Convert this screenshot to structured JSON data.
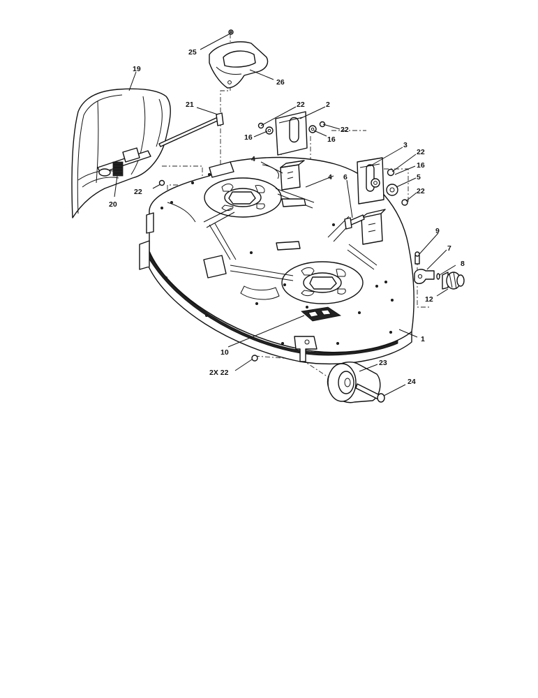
{
  "callouts": [
    {
      "id": "c25",
      "label": "25"
    },
    {
      "id": "c26",
      "label": "26"
    },
    {
      "id": "c19",
      "label": "19"
    },
    {
      "id": "c21",
      "label": "21"
    },
    {
      "id": "c22a",
      "label": "22"
    },
    {
      "id": "c2",
      "label": "2"
    },
    {
      "id": "c16a",
      "label": "16"
    },
    {
      "id": "c22b",
      "label": "22"
    },
    {
      "id": "c16b",
      "label": "16"
    },
    {
      "id": "c4a",
      "label": "4"
    },
    {
      "id": "c3",
      "label": "3"
    },
    {
      "id": "c22c",
      "label": "22"
    },
    {
      "id": "c16c",
      "label": "16"
    },
    {
      "id": "c5",
      "label": "5"
    },
    {
      "id": "c22d",
      "label": "22"
    },
    {
      "id": "c4b",
      "label": "4"
    },
    {
      "id": "c6",
      "label": "6"
    },
    {
      "id": "c22e",
      "label": "22"
    },
    {
      "id": "c20",
      "label": "20"
    },
    {
      "id": "c9",
      "label": "9"
    },
    {
      "id": "c7",
      "label": "7"
    },
    {
      "id": "c8",
      "label": "8"
    },
    {
      "id": "c12",
      "label": "12"
    },
    {
      "id": "c1",
      "label": "1"
    },
    {
      "id": "c10",
      "label": "10"
    },
    {
      "id": "c23",
      "label": "23"
    },
    {
      "id": "c2x22",
      "label": "2X 22"
    },
    {
      "id": "c24",
      "label": "24"
    }
  ]
}
